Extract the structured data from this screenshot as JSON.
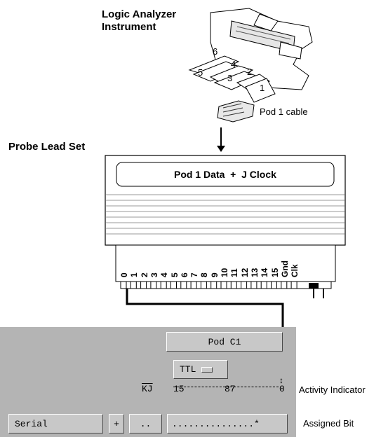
{
  "labels": {
    "instrument": "Logic Analyzer\nInstrument",
    "probe_lead_set": "Probe Lead Set",
    "pod_cable": "Pod 1 cable",
    "pod_window": "Pod 1 Data  +  J Clock",
    "activity_indicator": "Activity Indicator",
    "assigned_bit": "Assigned Bit"
  },
  "cable_numbers": [
    "1",
    "2",
    "3",
    "4",
    "5",
    "6"
  ],
  "pin_labels": [
    "0",
    "1",
    "2",
    "3",
    "4",
    "5",
    "6",
    "7",
    "8",
    "9",
    "10",
    "11",
    "12",
    "13",
    "14",
    "15",
    "Gnd",
    "Clk"
  ],
  "panel": {
    "pod_title": "Pod C1",
    "ttl_label": "TTL",
    "kj_label": "KJ",
    "bit_15": "15",
    "bit_87": "87",
    "bit_0": "0",
    "serial_label": "Serial",
    "plus_label": "+",
    "kj_value": "..",
    "bits_value": "...............*"
  }
}
